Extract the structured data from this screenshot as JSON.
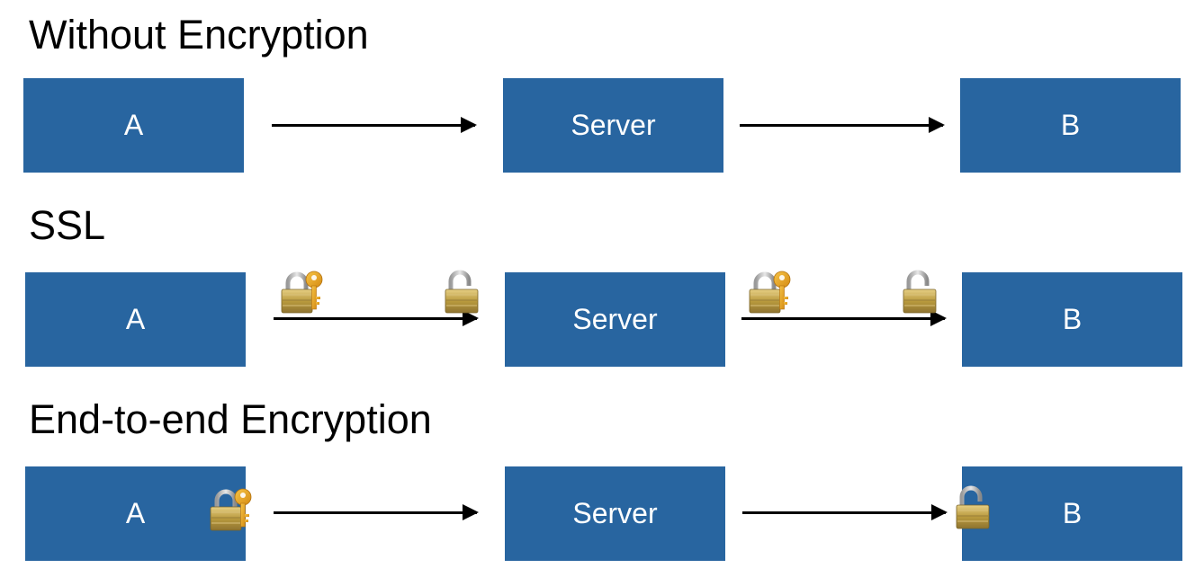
{
  "rows": [
    {
      "title": "Without Encryption",
      "nodes": {
        "a": "A",
        "server": "Server",
        "b": "B"
      },
      "icons": []
    },
    {
      "title": "SSL",
      "nodes": {
        "a": "A",
        "server": "Server",
        "b": "B"
      },
      "icons": [
        "lock-with-key-icon",
        "open-lock-icon",
        "lock-with-key-icon",
        "open-lock-icon"
      ]
    },
    {
      "title": "End-to-end Encryption",
      "nodes": {
        "a": "A",
        "server": "Server",
        "b": "B"
      },
      "icons": [
        "lock-with-key-icon",
        "open-lock-icon"
      ]
    }
  ],
  "colors": {
    "node_fill": "#2865a0",
    "node_text": "#ffffff",
    "arrow": "#000000",
    "lock_gold": "#c9a94e",
    "key_gold": "#e8a829"
  }
}
